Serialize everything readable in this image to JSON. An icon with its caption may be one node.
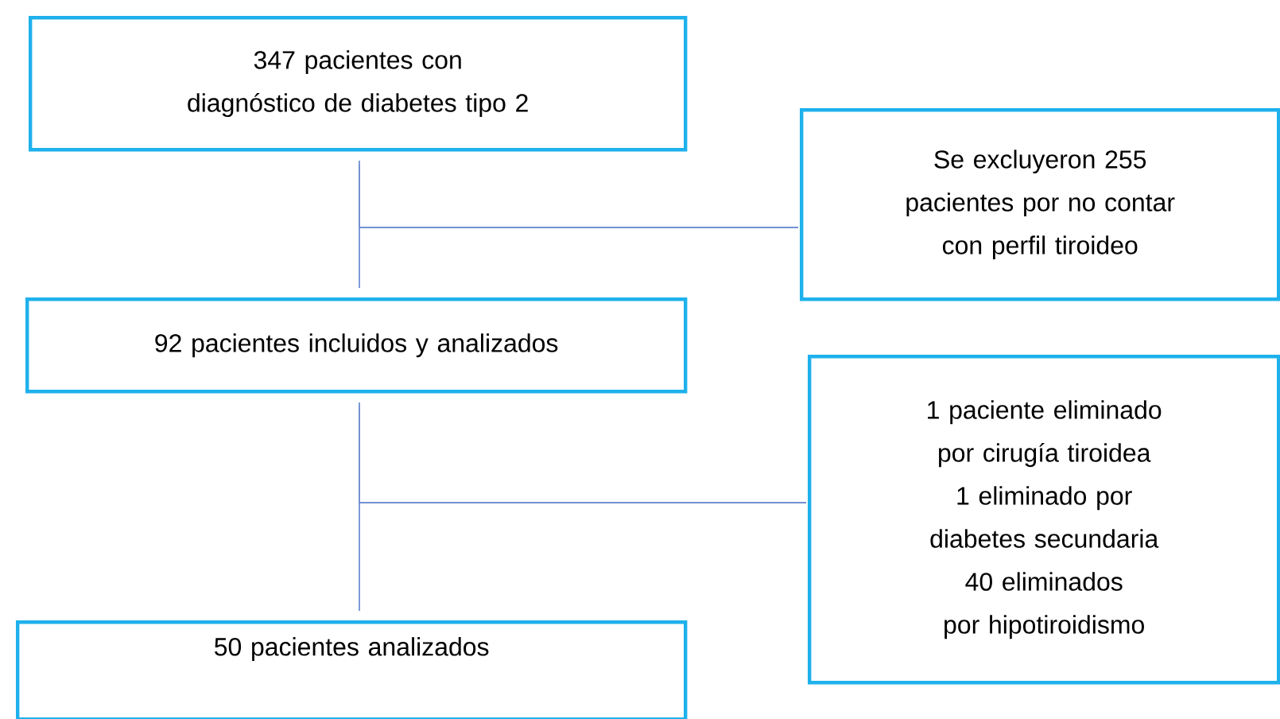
{
  "diagram": {
    "nodes": [
      {
        "text": [
          "347 pacientes con diagnóstico de diabetes tipo 2"
        ]
      },
      {
        "text": [
          "Se excluyeron 255 pacientes por no contar con perfil tiroideo"
        ]
      },
      {
        "text": [
          "92 pacientes incluidos y analizados"
        ]
      },
      {
        "text": [
          "1 paciente eliminado por cirugía tiroidea",
          "1 eliminado por diabetes secundaria",
          "40 eliminados por hipotiroidismo"
        ]
      },
      {
        "text": [
          "50 pacientes analizados"
        ]
      }
    ],
    "edges": [
      {
        "from": 0,
        "to": 2,
        "arrow": "none"
      },
      {
        "from": 0,
        "to": 1,
        "arrow": "none"
      },
      {
        "from": 2,
        "to": 4,
        "arrow": "none"
      },
      {
        "from": 2,
        "to": 3,
        "arrow": "none"
      }
    ]
  }
}
